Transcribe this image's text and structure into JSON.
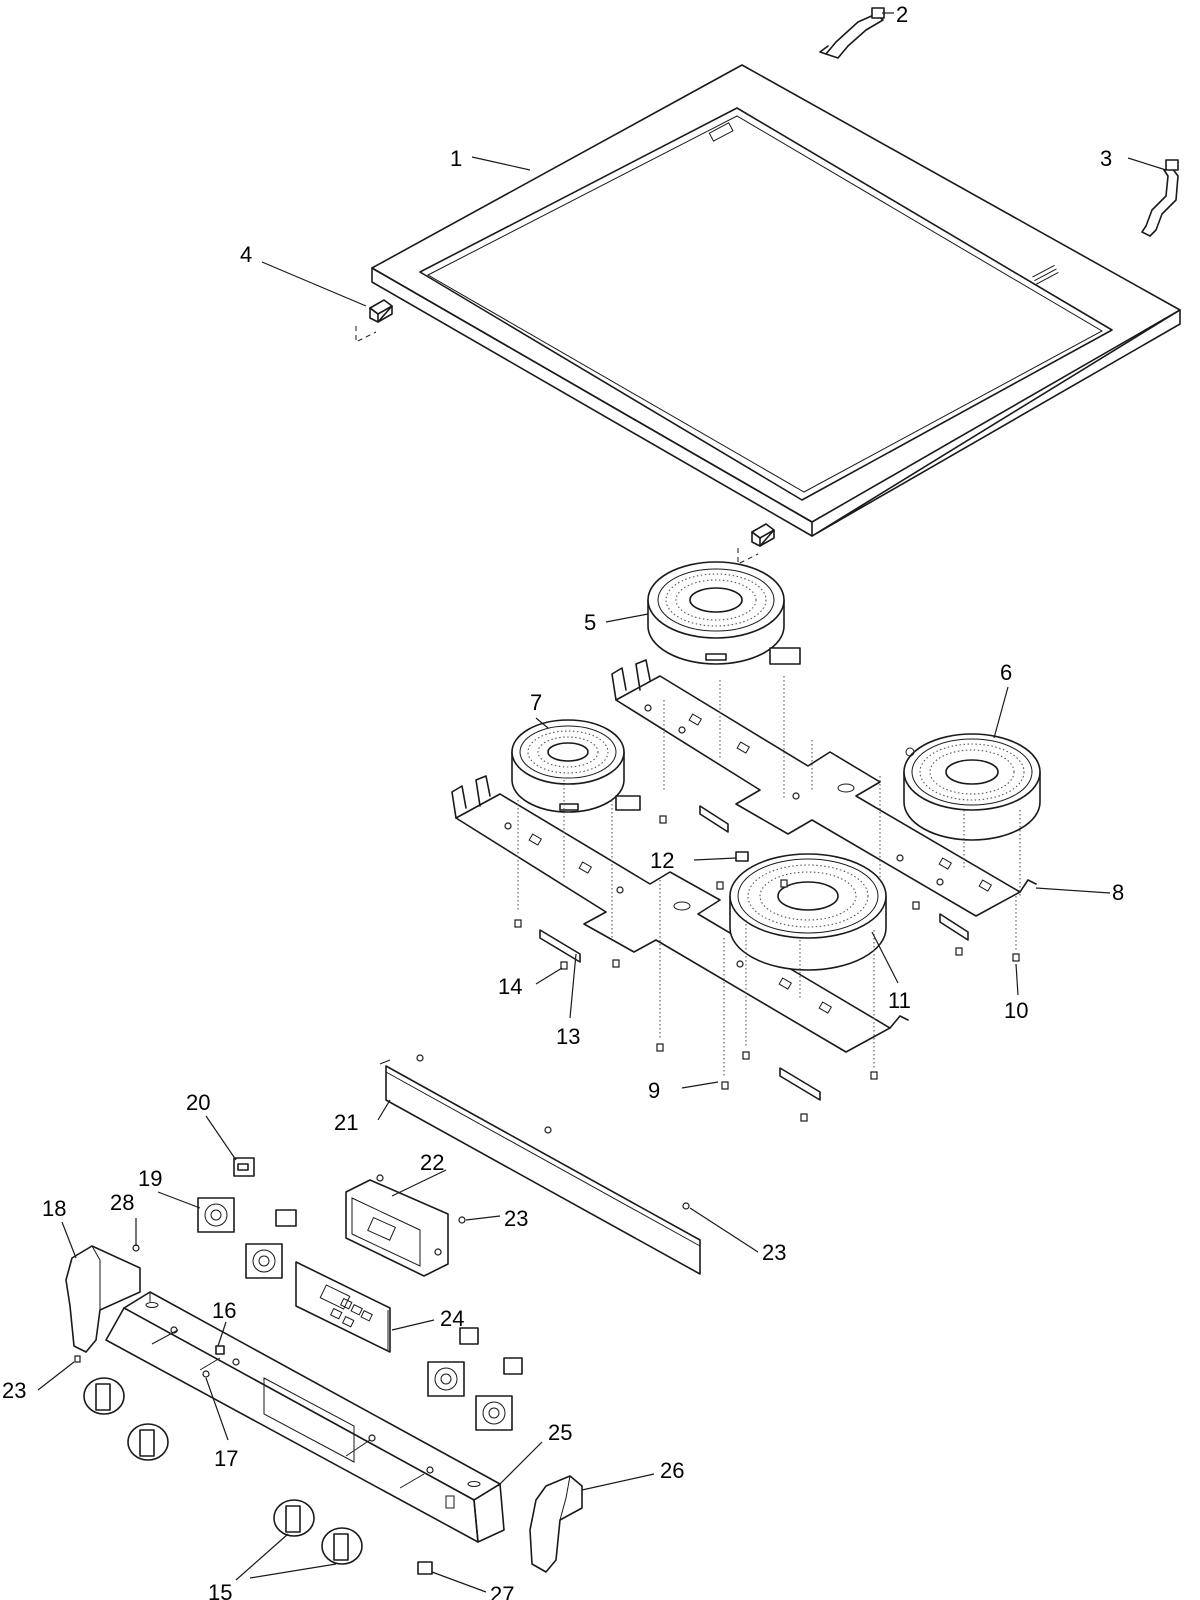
{
  "diagram": {
    "colors": {
      "line": "#1a1a1a",
      "text": "#000000",
      "background": "#ffffff"
    },
    "callouts": [
      {
        "id": "c1",
        "label": "1"
      },
      {
        "id": "c2",
        "label": "2"
      },
      {
        "id": "c3",
        "label": "3"
      },
      {
        "id": "c4",
        "label": "4"
      },
      {
        "id": "c5",
        "label": "5"
      },
      {
        "id": "c6",
        "label": "6"
      },
      {
        "id": "c7",
        "label": "7"
      },
      {
        "id": "c8",
        "label": "8"
      },
      {
        "id": "c9",
        "label": "9"
      },
      {
        "id": "c10",
        "label": "10"
      },
      {
        "id": "c11",
        "label": "11"
      },
      {
        "id": "c12",
        "label": "12"
      },
      {
        "id": "c13",
        "label": "13"
      },
      {
        "id": "c14",
        "label": "14"
      },
      {
        "id": "c15",
        "label": "15"
      },
      {
        "id": "c16",
        "label": "16"
      },
      {
        "id": "c17",
        "label": "17"
      },
      {
        "id": "c18",
        "label": "18"
      },
      {
        "id": "c19",
        "label": "19"
      },
      {
        "id": "c20",
        "label": "20"
      },
      {
        "id": "c21",
        "label": "21"
      },
      {
        "id": "c22",
        "label": "22"
      },
      {
        "id": "c23a",
        "label": "23"
      },
      {
        "id": "c23b",
        "label": "23"
      },
      {
        "id": "c23c",
        "label": "23"
      },
      {
        "id": "c24",
        "label": "24"
      },
      {
        "id": "c25",
        "label": "25"
      },
      {
        "id": "c26",
        "label": "26"
      },
      {
        "id": "c27",
        "label": "27"
      },
      {
        "id": "c28",
        "label": "28"
      }
    ]
  }
}
